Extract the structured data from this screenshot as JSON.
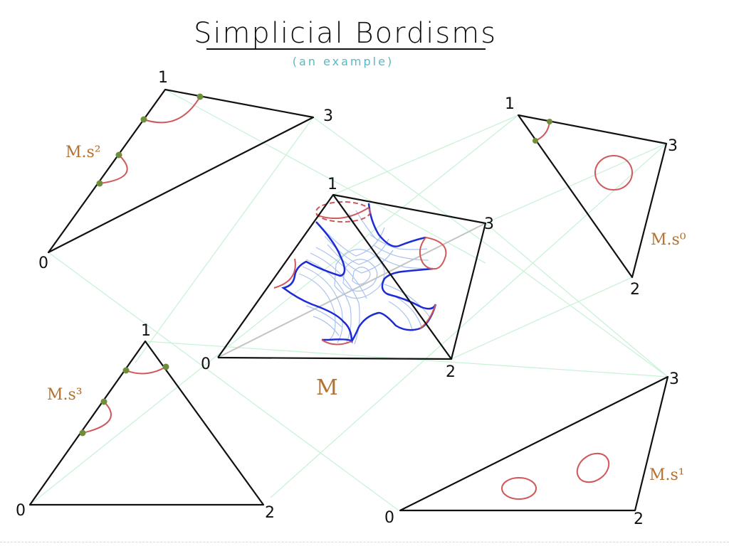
{
  "title": "Simplicial Bordisms",
  "subtitle": "(an example)",
  "colors": {
    "edge": "#111111",
    "guide": "#c9f2d7",
    "boundary": "#d0585a",
    "surface_outline": "#1d2bd6",
    "surface_hatch": "#aac3ee",
    "point": "#6f8e3b",
    "annotation": "#b5712d",
    "title": "#111111",
    "subtitle": "#5cb8c4"
  },
  "triangles": {
    "top_left": {
      "v0": "0",
      "v1": "1",
      "v3": "3",
      "annotation": "M.s²"
    },
    "top_right": {
      "v1": "1",
      "v2": "2",
      "v3": "3",
      "annotation": "M.s⁰"
    },
    "center": {
      "v0": "0",
      "v1": "1",
      "v2": "2",
      "v3": "3",
      "annotation": "M"
    },
    "bottom_left": {
      "v0": "0",
      "v1": "1",
      "v2": "2",
      "annotation": "M.s³"
    },
    "bottom_right": {
      "v0": "0",
      "v2": "2",
      "v3": "3",
      "annotation": "M.s¹"
    }
  }
}
